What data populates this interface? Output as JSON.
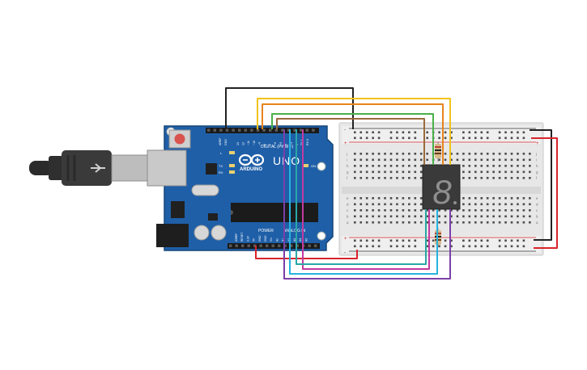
{
  "board": {
    "brand": "ARDUINO",
    "model": "UNO",
    "digital_header": "DIGITAL (PWM ~)",
    "power_header": "POWER",
    "analog_header": "ANALOG IN",
    "aref_label": "AREF",
    "gnd_label": "GND",
    "led_l": "L",
    "led_tx": "TX",
    "led_rx": "RX",
    "led_on": "ON",
    "digital_pins": [
      "13",
      "12",
      "~11",
      "~10",
      "~9",
      "8",
      "7",
      "~6",
      "~5",
      "4",
      "~3",
      "2",
      "TX 1",
      "RX 0"
    ],
    "power_pins": [
      "IOREF",
      "RESET",
      "3.3V",
      "5V",
      "GND",
      "GND",
      "Vin"
    ],
    "analog_pins": [
      "A0",
      "A1",
      "A2",
      "A3",
      "A4",
      "A5"
    ]
  },
  "breadboard": {
    "row_letters_top": [
      "j",
      "i",
      "h",
      "g",
      "f"
    ],
    "row_letters_bottom": [
      "e",
      "d",
      "c",
      "b",
      "a"
    ],
    "plus": "+",
    "minus": "-"
  },
  "display": {
    "digit": "8"
  },
  "colors": {
    "board": "#1f5fa8",
    "board_dark": "#17487f",
    "breadboard": "#e6e6e6",
    "wire_black": "#222222",
    "wire_yellow": "#f2c21b",
    "wire_orange": "#e8821e",
    "wire_green": "#49b04a",
    "wire_brown": "#9a6a3c",
    "wire_red": "#d9242c",
    "wire_magenta": "#c23aa0",
    "wire_teal": "#2aa6a6",
    "wire_cyan": "#26b3e0",
    "wire_purple": "#7a3fa8",
    "display_body": "#3a3a3a"
  }
}
